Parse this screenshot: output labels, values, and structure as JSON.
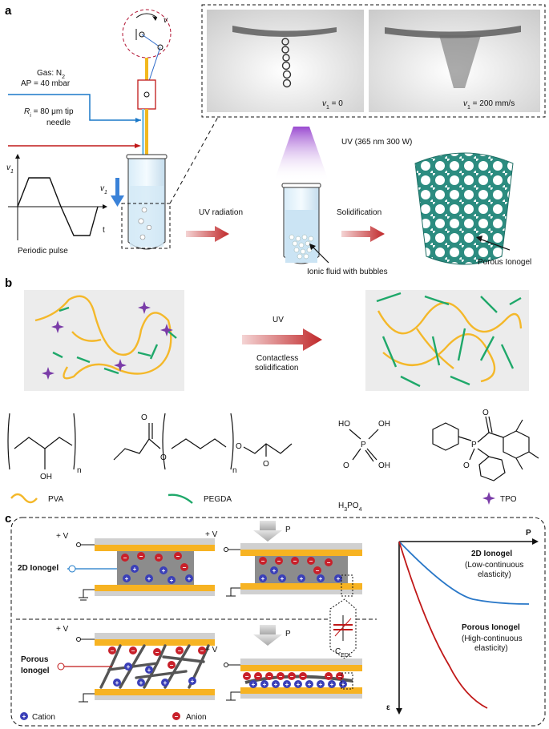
{
  "panels": {
    "a": "a",
    "b": "b",
    "c": "c"
  },
  "panel_a": {
    "gas": "Gas: N",
    "gas_sub": "2",
    "ap": "AP = 40 mbar",
    "ri_pre": "R",
    "ri_sub": "i",
    "ri_post": " = 80 μm tip",
    "needle": "needle",
    "v_symbol": "v",
    "v1_main": "v",
    "v1_sub": "1",
    "t_axis": "t",
    "pulse_label": "Periodic pulse",
    "photo_left_pre": "v",
    "photo_left_sub": "1",
    "photo_left_post": " = 0",
    "photo_right_post": " = 200 mm/s",
    "uv_label": "UV (365 nm 300 W)",
    "uv_radiation": "UV radiation",
    "solidification": "Solidification",
    "ionic_fluid": "Ionic fluid with bubbles",
    "porous_ionogel": "Porous Ionogel"
  },
  "panel_b": {
    "uv": "UV",
    "contactless1": "Contactless",
    "contactless2": "solidification",
    "pva_label": "PVA",
    "pegda_label": "PEGDA",
    "h3po4_label_pre": "H",
    "h3po4_sub1": "3",
    "h3po4_mid": "PO",
    "h3po4_sub2": "4",
    "tpo_label": "TPO",
    "chem_oh": "OH",
    "chem_n": "n",
    "chem_o": "O",
    "chem_ho": "HO",
    "chem_p": "P"
  },
  "panel_c": {
    "plus_v": "+ V",
    "pressure": "P",
    "ionogel_2d": "2D Ionogel",
    "porous_1": "Porous",
    "porous_2": "Ionogel",
    "cedl_pre": "C",
    "cedl_sub": "EDL",
    "cation": "Cation",
    "anion": "Anion",
    "graph_p": "P",
    "graph_eps": "ε",
    "curve1_title": "2D Ionogel",
    "curve1_desc": "(Low-continuous",
    "curve1_desc2": "elasticity)",
    "curve2_title": "Porous Ionogel",
    "curve2_desc": "(High-continuous",
    "curve2_desc2": "elasticity)"
  },
  "colors": {
    "cation": "#3a3fb8",
    "anion": "#c8202a",
    "pva": "#f4b82a",
    "pegda": "#1fa86a",
    "tpo": "#7a3ca8",
    "electrode": "#f7b322",
    "blue_curve": "#2a78c8",
    "red_curve": "#c01818",
    "arrow_red": "#c23a3a",
    "gel_teal": "#3aa99a"
  }
}
